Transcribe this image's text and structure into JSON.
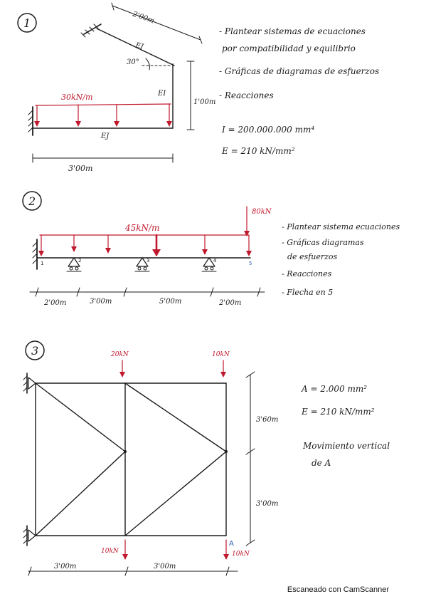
{
  "problem1": {
    "number": "1",
    "top_length": "2'00m",
    "ei_top": "EI",
    "angle": "30°",
    "q_load": "30kN/m",
    "ei_right": "EI",
    "height": "1'00m",
    "ei_beam": "EJ",
    "span": "3'00m",
    "tasks": [
      "- Plantear sistemas de ecuaciones",
      "por compatibilidad y equilibrio",
      "- Gráficas de diagramas de esfuerzos",
      "- Reacciones"
    ],
    "inertia": "I = 200.000.000 mm⁴",
    "modulus": "E = 210 kN/mm²"
  },
  "problem2": {
    "number": "2",
    "q_load": "45kN/m",
    "point_load": "80kN",
    "nodes": [
      "1",
      "2",
      "3",
      "4",
      "5"
    ],
    "spans": [
      "2'00m",
      "3'00m",
      "5'00m",
      "2'00m"
    ],
    "tasks": [
      "- Plantear sistema ecuaciones",
      "- Gráficas diagramas",
      "de esfuerzos",
      "- Reacciones",
      "- Flecha en 5"
    ]
  },
  "problem3": {
    "number": "3",
    "load_top_left": "20kN",
    "load_top_right": "10kN",
    "load_bottom_mid": "10kN",
    "load_bottom_right": "10kN",
    "node_a": "A",
    "height_top": "3'60m",
    "height_bottom": "3'00m",
    "span_left": "3'00m",
    "span_right": "3'00m",
    "area": "A = 2.000 mm²",
    "modulus": "E = 210 kN/mm²",
    "task_line1": "Movimiento vertical",
    "task_line2": "de A"
  },
  "footer": "Escaneado con CamScanner"
}
